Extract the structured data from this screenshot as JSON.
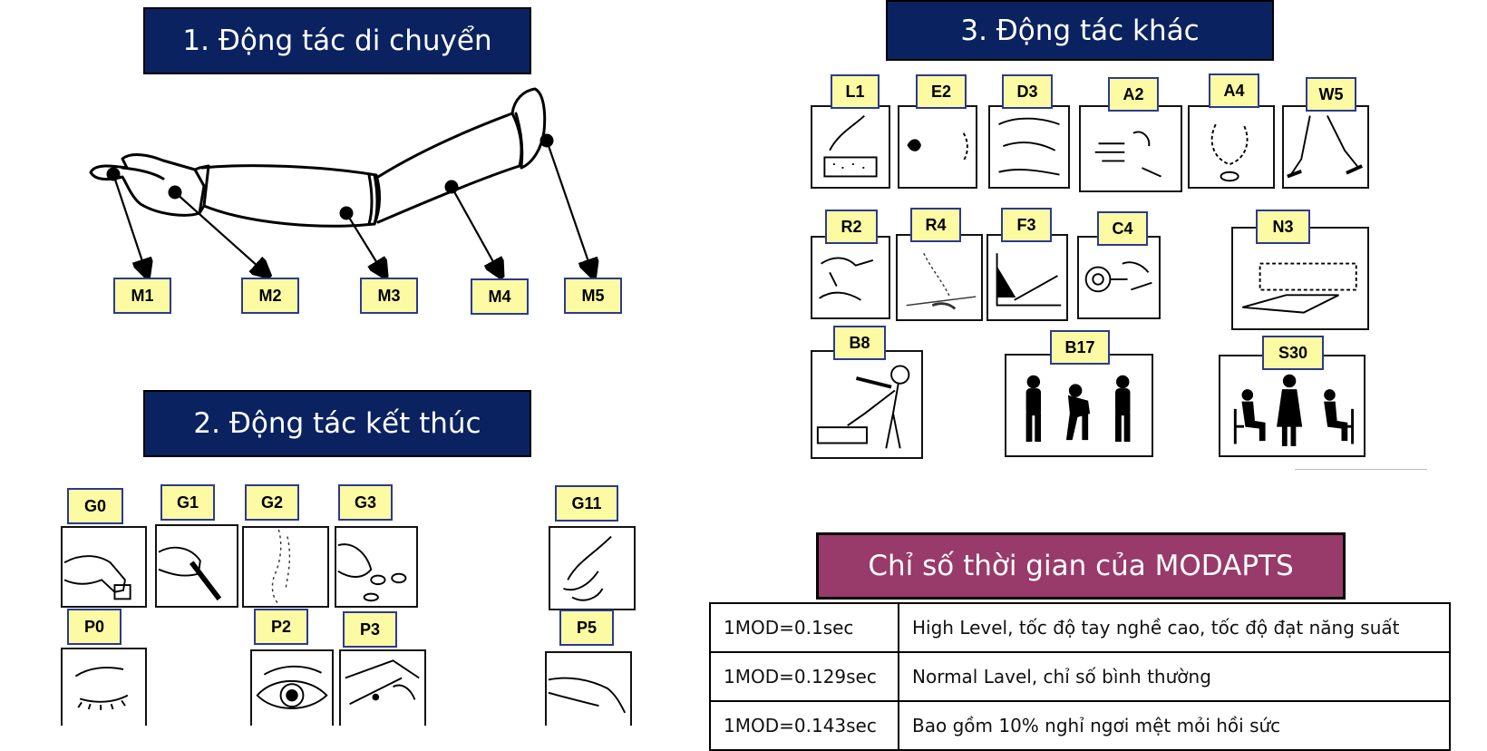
{
  "section_titles": {
    "movement": "1. Động tác di chuyển",
    "terminal": "2. Động tác kết thúc",
    "other": "3. Động tác khác",
    "time_index": "Chỉ số thời gian của MODAPTS"
  },
  "movement_labels": [
    "M1",
    "M2",
    "M3",
    "M4",
    "M5"
  ],
  "terminal_labels": {
    "top": [
      "G0",
      "G1",
      "G2",
      "G3",
      "G11"
    ],
    "bottom": [
      "P0",
      "P2",
      "P3",
      "P5"
    ]
  },
  "other_labels": {
    "row1": [
      "L1",
      "E2",
      "D3",
      "A2",
      "A4",
      "W5"
    ],
    "row2": [
      "R2",
      "R4",
      "F3",
      "C4",
      "N3"
    ],
    "row3": [
      "B8",
      "B17",
      "S30"
    ]
  },
  "time_table": [
    {
      "mod": "1MOD=0.1sec",
      "desc": "High Level, tốc độ tay nghề cao, tốc độ đạt năng suất"
    },
    {
      "mod": "1MOD=0.129sec",
      "desc": "Normal Lavel, chỉ số bình thường"
    },
    {
      "mod": "1MOD=0.143sec",
      "desc": "Bao gồm 10% nghỉ ngơi mệt mỏi hồi sức"
    }
  ],
  "colors": {
    "navy_header": "#0b2260",
    "plum_header": "#983a6a",
    "label_fill": "#fcfaa2",
    "label_border": "#2b3a8f"
  }
}
